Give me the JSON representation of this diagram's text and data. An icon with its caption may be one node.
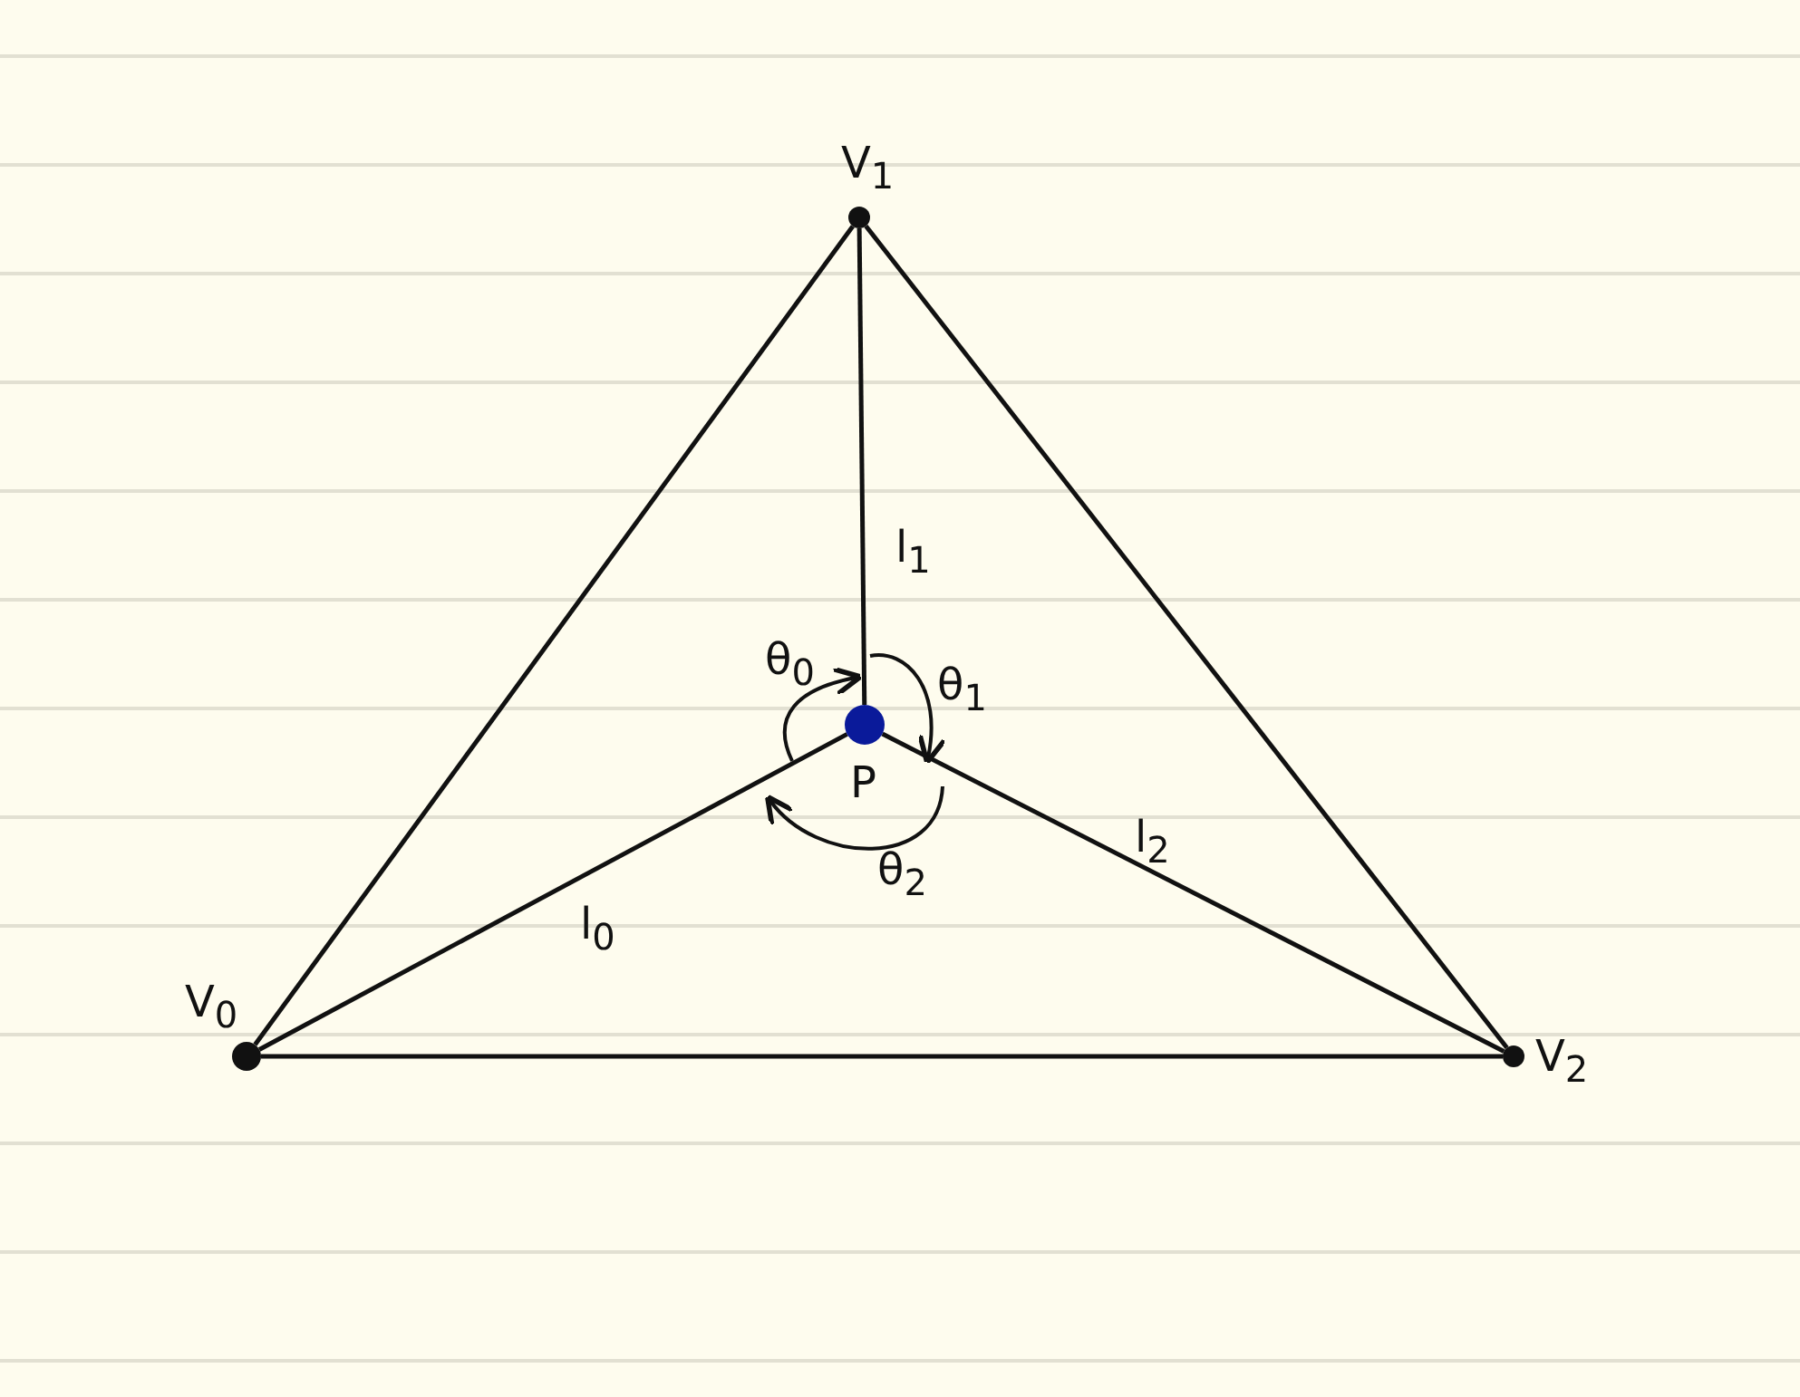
{
  "diagram": {
    "nodes": [
      {
        "text": [
          "V$_{1}$"
        ]
      },
      {
        "text": [
          "P"
        ]
      },
      {
        "text": [
          "V$_{0}$"
        ]
      },
      {
        "text": [
          "V$_{2}$"
        ]
      }
    ],
    "edges": [
      {
        "from": 2,
        "to": 0,
        "arrow": "none"
      },
      {
        "from": 0,
        "to": 3,
        "arrow": "none"
      },
      {
        "from": 2,
        "to": 3,
        "arrow": "none"
      },
      {
        "from": 1,
        "to": 2,
        "arrow": "none",
        "label": "l$_{0}$"
      },
      {
        "from": 1,
        "to": 0,
        "arrow": "none",
        "label": "l$_{1}$"
      },
      {
        "from": 1,
        "to": 3,
        "arrow": "none",
        "label": "l$_{2}$"
      }
    ],
    "labels": [
      "θ$_{0}$",
      "θ$_{1}$",
      "θ$_{2}$"
    ]
  }
}
